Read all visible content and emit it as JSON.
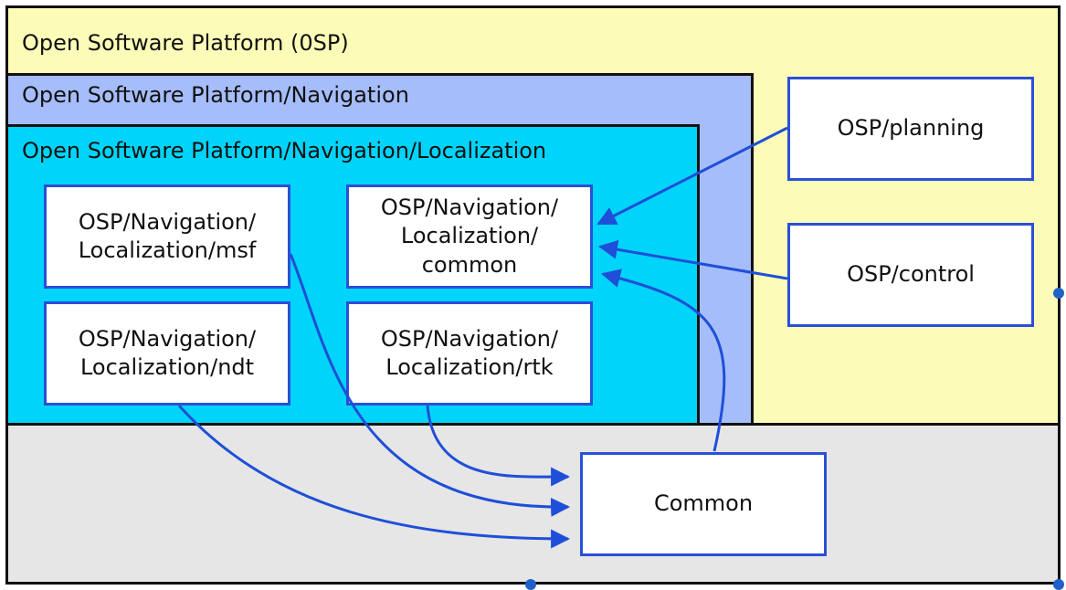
{
  "regions": {
    "osp": {
      "label": "Open Software Platform (0SP)",
      "color": "#fcfcb8"
    },
    "navigation": {
      "label": "Open Software Platform/Navigation",
      "color": "#a6bdfb"
    },
    "localization": {
      "label": "Open Software Platform/Navigation/Localization",
      "color": "#00d4fa"
    },
    "bottom": {
      "color": "#e6e6e6"
    }
  },
  "modules": {
    "msf": "OSP/Navigation/\nLocalization/msf",
    "common_loc": "OSP/Navigation/\nLocalization/\ncommon",
    "ndt": "OSP/Navigation/\nLocalization/ndt",
    "rtk": "OSP/Navigation/\nLocalization/rtk",
    "planning": "OSP/planning",
    "control": "OSP/control",
    "common": "Common"
  },
  "colors": {
    "arrow": "#1f4fd8",
    "box_border": "#2a4fd8"
  }
}
